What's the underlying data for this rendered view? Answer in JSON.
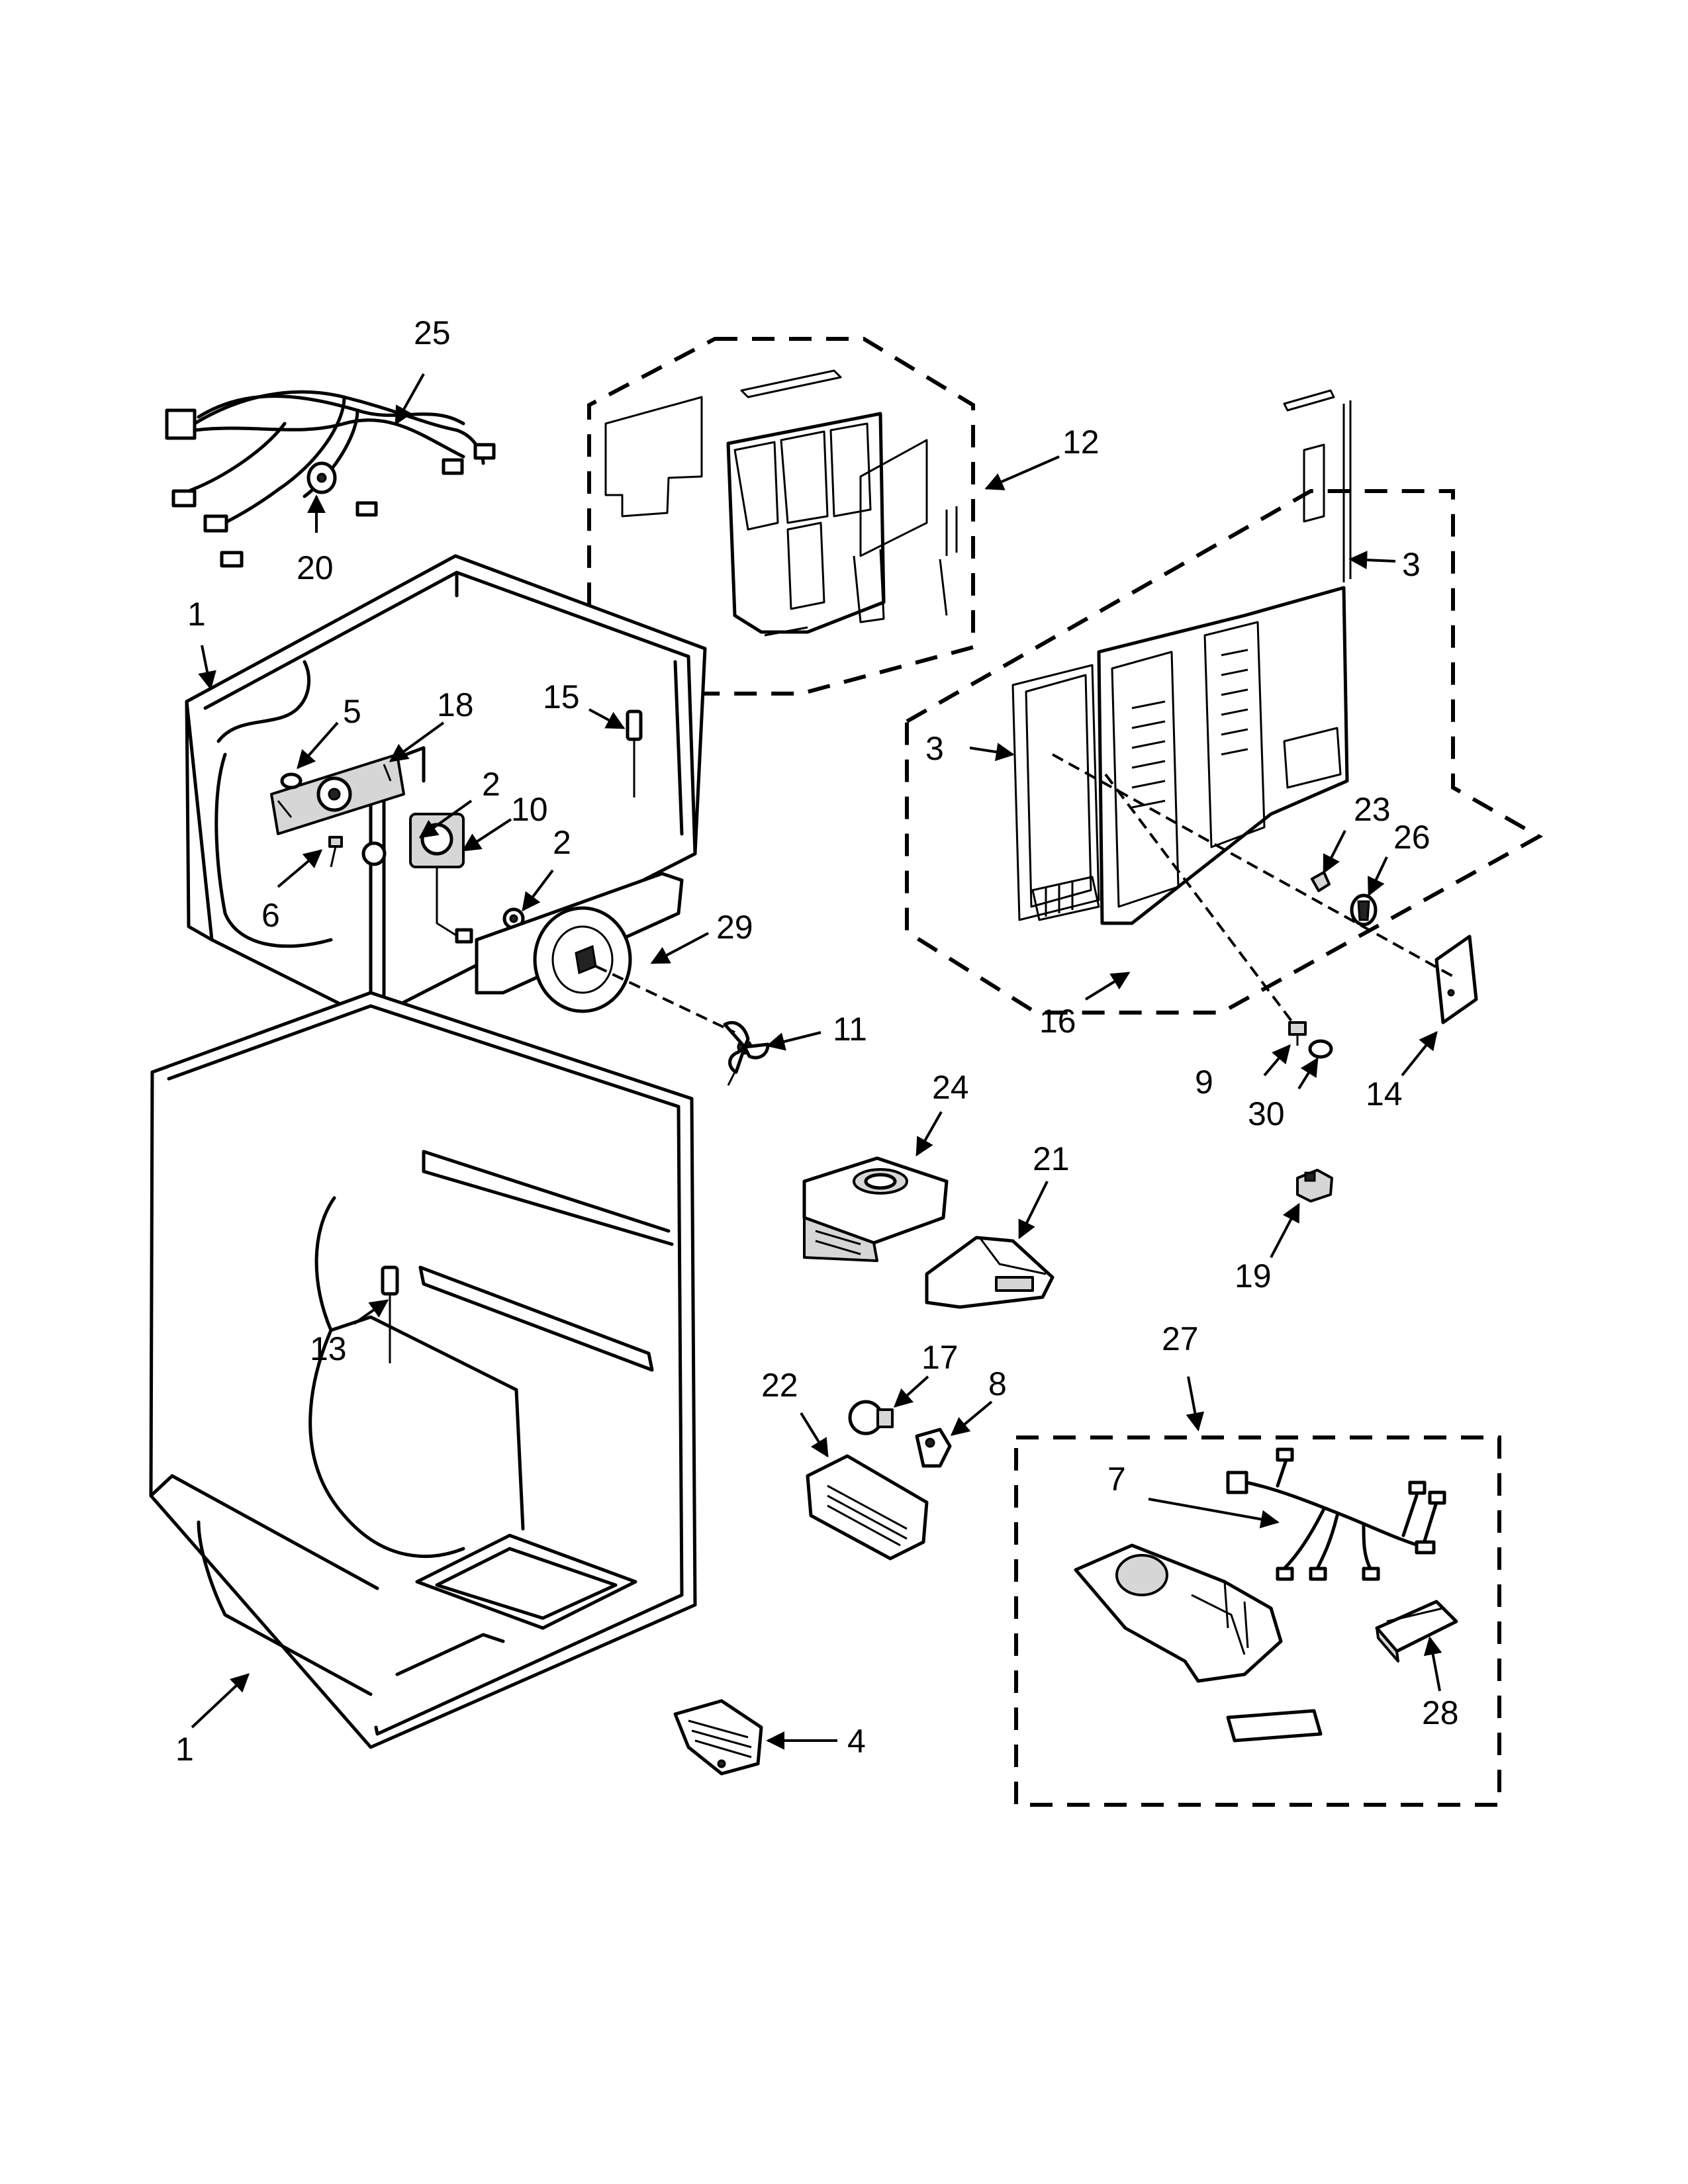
{
  "callouts": {
    "c25": "25",
    "c20": "20",
    "c12": "12",
    "c3a": "3",
    "c3b": "3",
    "c1a": "1",
    "c5": "5",
    "c18": "18",
    "c15": "15",
    "c2a": "2",
    "c10": "10",
    "c2b": "2",
    "c6": "6",
    "c29": "29",
    "c23": "23",
    "c26": "26",
    "c16": "16",
    "c9": "9",
    "c30": "30",
    "c14": "14",
    "c11": "11",
    "c24": "24",
    "c21": "21",
    "c19": "19",
    "c13": "13",
    "c27": "27",
    "c22": "22",
    "c17": "17",
    "c8": "8",
    "c7": "7",
    "c28": "28",
    "c1b": "1",
    "c4": "4"
  }
}
